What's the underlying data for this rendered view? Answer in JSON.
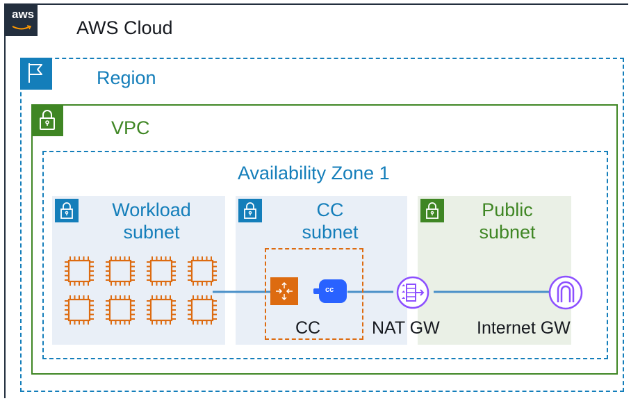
{
  "cloud": {
    "logo_text": "aws",
    "title": "AWS Cloud"
  },
  "region": {
    "title": "Region"
  },
  "vpc": {
    "title": "VPC"
  },
  "az": {
    "title": "Availability Zone 1"
  },
  "subnets": {
    "workload": {
      "line1": "Workload",
      "line2": "subnet"
    },
    "cc": {
      "line1": "CC",
      "line2": "subnet"
    },
    "public": {
      "line1": "Public",
      "line2": "subnet"
    }
  },
  "nodes": {
    "cc_label": "CC",
    "cc_badge": "cc",
    "nat_label": "NAT GW",
    "igw_label": "Internet GW"
  },
  "colors": {
    "aws_dark": "#232f3e",
    "region_blue": "#147eba",
    "vpc_green": "#3f8624",
    "compute_orange": "#dd6b10",
    "network_purple": "#8c4fff",
    "private_subnet_bg": "#e9eff7",
    "public_subnet_bg": "#eaf0e6",
    "cc_blue": "#2962ff",
    "connector_blue": "#4a90c8"
  },
  "icons": [
    "aws-logo",
    "flag-icon",
    "lock-icon",
    "chip-icon",
    "router-icon",
    "cc-connector-icon",
    "nat-gateway-icon",
    "internet-gateway-icon"
  ]
}
